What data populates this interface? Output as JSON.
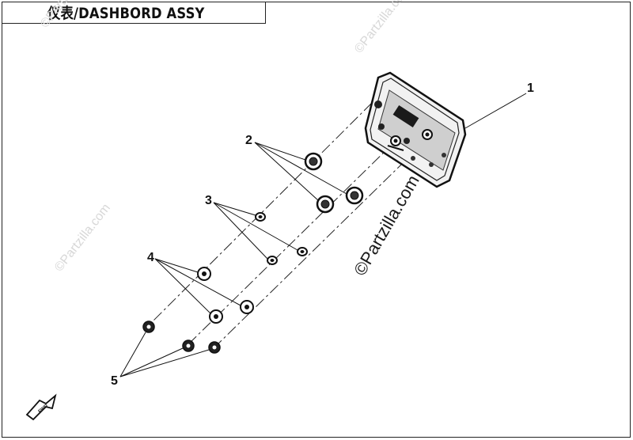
{
  "title": "仪表/DASHBORD ASSY",
  "callouts": [
    {
      "id": "1",
      "label": "1"
    },
    {
      "id": "2",
      "label": "2"
    },
    {
      "id": "3",
      "label": "3"
    },
    {
      "id": "4",
      "label": "4"
    },
    {
      "id": "5",
      "label": "5"
    }
  ],
  "fwd_label": "FWD",
  "watermarks": {
    "small": "©Partzilla.com",
    "big": "©Partzilla.com"
  },
  "colors": {
    "line": "#111111",
    "watermark": "#d8d8d8"
  }
}
